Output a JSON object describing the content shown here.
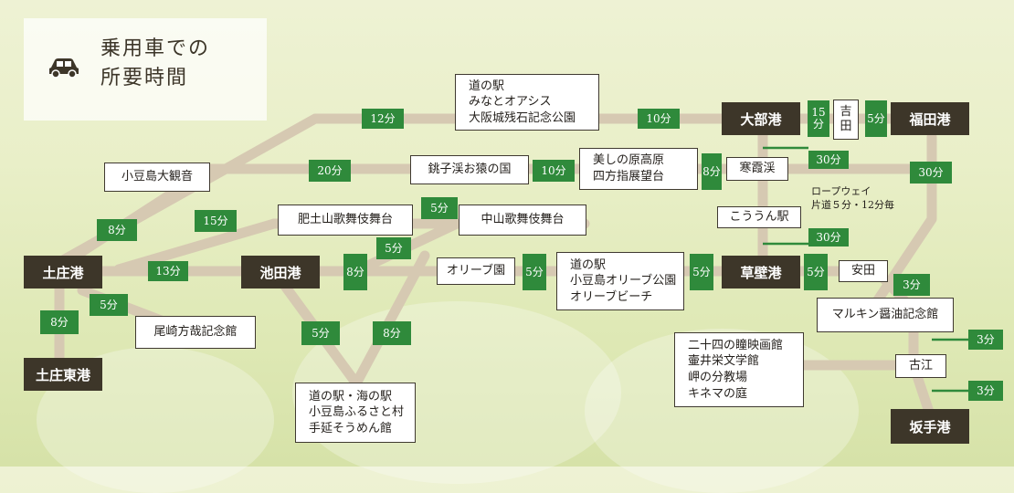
{
  "legend": {
    "line1": "乗用車での",
    "line2": "所要時間",
    "icon": "car-icon"
  },
  "colors": {
    "road": "#d6c9b2",
    "time_badge": "#2f8a3b",
    "port": "#3d3629",
    "box_border": "#3f3930"
  },
  "ports": {
    "tonosho": "土庄港",
    "tonosho_east": "土庄東港",
    "ikeda": "池田港",
    "obe": "大部港",
    "fukuda": "福田港",
    "kusakabe": "草壁港",
    "sakate": "坂手港"
  },
  "places": {
    "daikannon": "小豆島大観音",
    "michinoeki_minato": [
      "道の駅",
      "みなとオアシス",
      "大阪城残石記念公園"
    ],
    "choshikei": "銚子渓お猿の国",
    "utsukushinohara": [
      "美しの原高原",
      "四方指展望台"
    ],
    "kankakei": "寒霞渓",
    "hitoyama": "肥土山歌舞伎舞台",
    "nakayama": "中山歌舞伎舞台",
    "olive_en": "オリーブ園",
    "olive_park": [
      "道の駅",
      "小豆島オリーブ公園",
      "オリーブビーチ"
    ],
    "kouunneki": "こううん駅",
    "ozaki": "尾崎方哉記念館",
    "furusato": [
      "道の駅・海の駅",
      "小豆島ふるさと村",
      "手延そうめん館"
    ],
    "nijushi": [
      "二十四の瞳映画館",
      "壷井栄文学館",
      "岬の分教場",
      "キネマの庭"
    ],
    "marukin": "マルキン醤油記念館",
    "yoshida": [
      "吉",
      "田"
    ],
    "yasuda": "安田",
    "koe": "古江"
  },
  "ropeway": {
    "line1": "ロープウェイ",
    "line2": "片道５分・12分毎"
  },
  "times": {
    "t12": "12分",
    "t10a": "10分",
    "t15y": "15分",
    "t5y": "5分",
    "t30a": "30分",
    "t30b": "30分",
    "t20": "20分",
    "t10b": "10分",
    "t8k": "8分",
    "t8a": "8分",
    "t15h": "15分",
    "t5n": "5分",
    "t30c": "30分",
    "t13": "13分",
    "t8b": "8分",
    "t5c": "5分",
    "t5o": "5分",
    "t5k": "5分",
    "t5y2": "5分",
    "t3a": "3分",
    "t5t": "5分",
    "t8t": "8分",
    "t5f": "5分",
    "t8f": "8分",
    "t3b": "3分",
    "t3c": "3分"
  }
}
